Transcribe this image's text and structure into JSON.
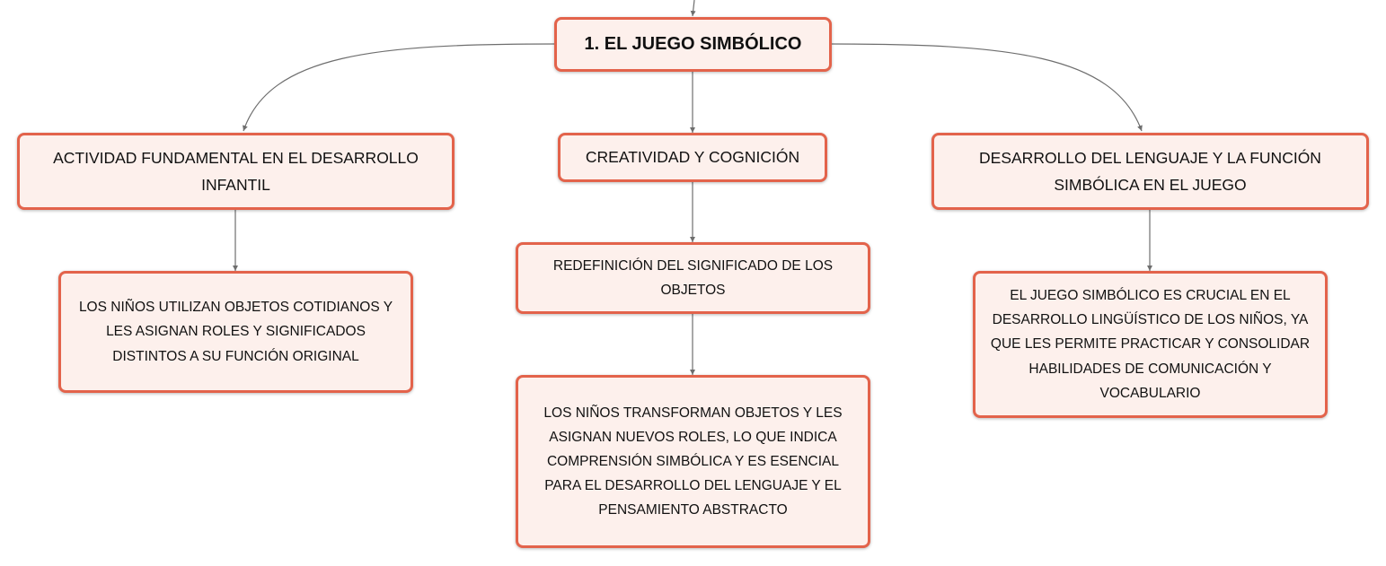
{
  "root": {
    "label": "1. EL JUEGO SIMBÓLICO"
  },
  "branches": [
    {
      "label": "ACTIVIDAD FUNDAMENTAL EN EL DESARROLLO INFANTIL",
      "children": [
        "LOS NIÑOS UTILIZAN OBJETOS COTIDIANOS Y LES ASIGNAN ROLES Y SIGNIFICADOS DISTINTOS A SU FUNCIÓN ORIGINAL"
      ]
    },
    {
      "label": "CREATIVIDAD Y COGNICIÓN",
      "children": [
        "REDEFINICIÓN DEL SIGNIFICADO DE LOS OBJETOS",
        "LOS NIÑOS TRANSFORMAN OBJETOS Y LES ASIGNAN NUEVOS ROLES, LO QUE INDICA COMPRENSIÓN SIMBÓLICA Y ES ESENCIAL PARA EL DESARROLLO DEL LENGUAJE Y EL PENSAMIENTO ABSTRACTO"
      ]
    },
    {
      "label": "DESARROLLO DEL LENGUAJE Y LA FUNCIÓN SIMBÓLICA EN EL JUEGO",
      "children": [
        "EL JUEGO SIMBÓLICO ES CRUCIAL EN EL DESARROLLO LINGÜÍSTICO DE LOS NIÑOS, YA QUE LES PERMITE PRACTICAR Y CONSOLIDAR HABILIDADES DE COMUNICACIÓN Y VOCABULARIO"
      ]
    }
  ],
  "colors": {
    "node_border": "#e3634b",
    "node_fill": "#fdf0ec",
    "connector": "#6e6e6e",
    "text": "#111111"
  }
}
